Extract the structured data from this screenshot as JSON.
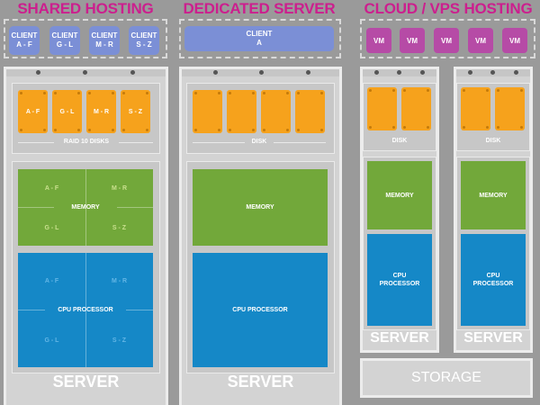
{
  "sections": {
    "shared": {
      "title": "SHARED HOSTING"
    },
    "dedicated": {
      "title": "DEDICATED SERVER"
    },
    "cloud": {
      "title": "CLOUD / VPS HOSTING"
    }
  },
  "shared": {
    "clients": [
      {
        "line1": "CLIENT",
        "line2": "A - F"
      },
      {
        "line1": "CLIENT",
        "line2": "G - L"
      },
      {
        "line1": "CLIENT",
        "line2": "M - R"
      },
      {
        "line1": "CLIENT",
        "line2": "S - Z"
      }
    ],
    "disks": [
      "A - F",
      "G - L",
      "M - R",
      "S - Z"
    ],
    "disk_label": "RAID 10 DISKS",
    "memory_label": "MEMORY",
    "memory_cells": [
      "A - F",
      "M - R",
      "G - L",
      "S - Z"
    ],
    "cpu_label": "CPU PROCESSOR",
    "cpu_cells": [
      "A - F",
      "M - R",
      "G - L",
      "S - Z"
    ],
    "server_label": "SERVER"
  },
  "dedicated": {
    "client": {
      "line1": "CLIENT",
      "line2": "A"
    },
    "disk_label": "DISK",
    "memory_label": "MEMORY",
    "cpu_label": "CPU PROCESSOR",
    "server_label": "SERVER"
  },
  "cloud": {
    "vms": [
      "VM",
      "VM",
      "VM",
      "VM",
      "VM"
    ],
    "servers": [
      {
        "disk_label": "DISK",
        "memory_label": "MEMORY",
        "cpu_line1": "CPU",
        "cpu_line2": "PROCESSOR",
        "server_label": "SERVER"
      },
      {
        "disk_label": "DISK",
        "memory_label": "MEMORY",
        "cpu_line1": "CPU",
        "cpu_line2": "PROCESSOR",
        "server_label": "SERVER"
      }
    ],
    "storage_label": "STORAGE"
  },
  "colors": {
    "title": "#cc1f8e",
    "client": "#7b8fd6",
    "vm": "#b64ba6",
    "disk": "#f6a21c",
    "memory": "#72a83a",
    "cpu": "#1588c7",
    "rack": "#d3d3d3"
  }
}
